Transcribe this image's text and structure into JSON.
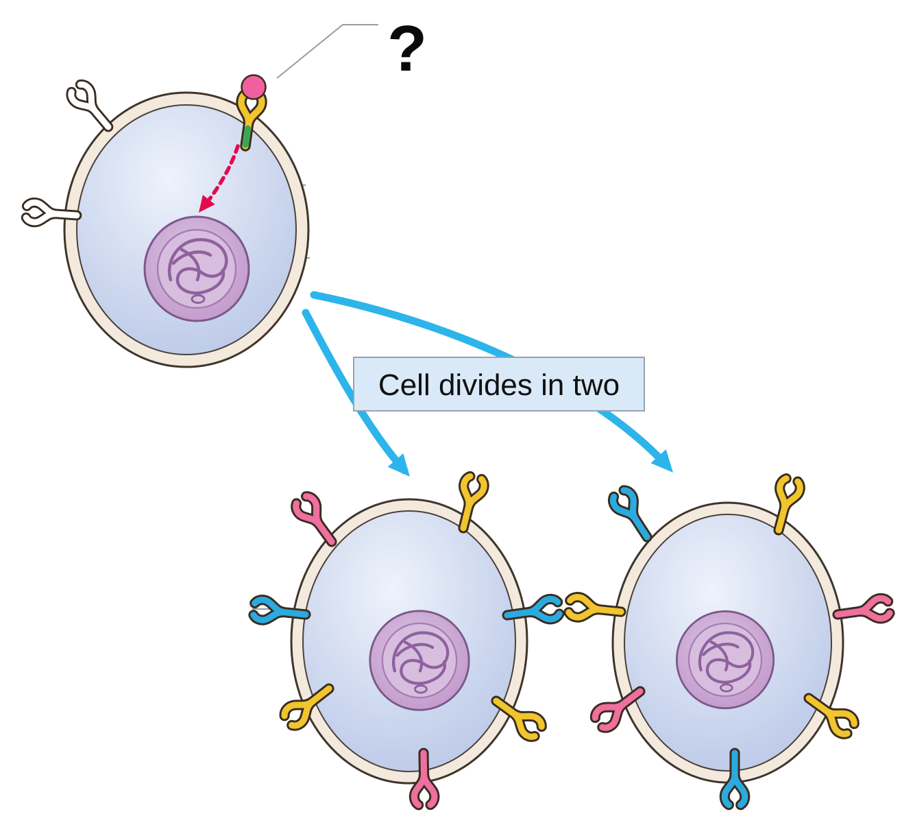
{
  "diagram": {
    "question_label": "?",
    "caption": "Cell divides in two"
  },
  "colors": {
    "background": "#ffffff",
    "membrane_fill": "#f3e9dd",
    "membrane_outline": "#3e352c",
    "cytoplasm_light": "#eef2fb",
    "cytoplasm_dark": "#b2c2e5",
    "nucleus_fill": "#bd92c8",
    "nucleus_inner": "#d8bede",
    "nucleus_outline": "#7b588a",
    "chromatin": "#8f619e",
    "receptor_outline": "#3a2c20",
    "receptor_white": "#ffffff",
    "receptor_yellow": "#f0c52e",
    "receptor_pink": "#ef6f9f",
    "receptor_blue": "#2aaade",
    "ligand_pink": "#f0609f",
    "ligand_green": "#3aa757",
    "signal_red": "#e30a4e",
    "arrow_cyan": "#2db4ea",
    "caption_box_fill": "#d9e9f8",
    "caption_box_border": "#95a4b1",
    "leader_line": "#9b9b9b",
    "text": "#101010"
  },
  "cells": {
    "parent": {
      "receptors": [
        {
          "color": "white",
          "position": "upper-left"
        },
        {
          "color": "white",
          "position": "left"
        },
        {
          "color": "yellow",
          "position": "top",
          "bound_ligand": true,
          "ligand_color": "pink"
        }
      ],
      "signal": "dashed red arrow from bound receptor to nucleus"
    },
    "daughter_left": {
      "receptors": [
        {
          "color": "pink",
          "position": "upper-left"
        },
        {
          "color": "yellow",
          "position": "top"
        },
        {
          "color": "blue",
          "position": "left"
        },
        {
          "color": "blue",
          "position": "right"
        },
        {
          "color": "yellow",
          "position": "lower-left"
        },
        {
          "color": "yellow",
          "position": "lower-right"
        },
        {
          "color": "pink",
          "position": "bottom"
        }
      ]
    },
    "daughter_right": {
      "receptors": [
        {
          "color": "blue",
          "position": "upper-left"
        },
        {
          "color": "yellow",
          "position": "top"
        },
        {
          "color": "yellow",
          "position": "left"
        },
        {
          "color": "pink",
          "position": "right"
        },
        {
          "color": "pink",
          "position": "lower-left"
        },
        {
          "color": "yellow",
          "position": "lower-right"
        },
        {
          "color": "blue",
          "position": "bottom"
        }
      ]
    }
  }
}
